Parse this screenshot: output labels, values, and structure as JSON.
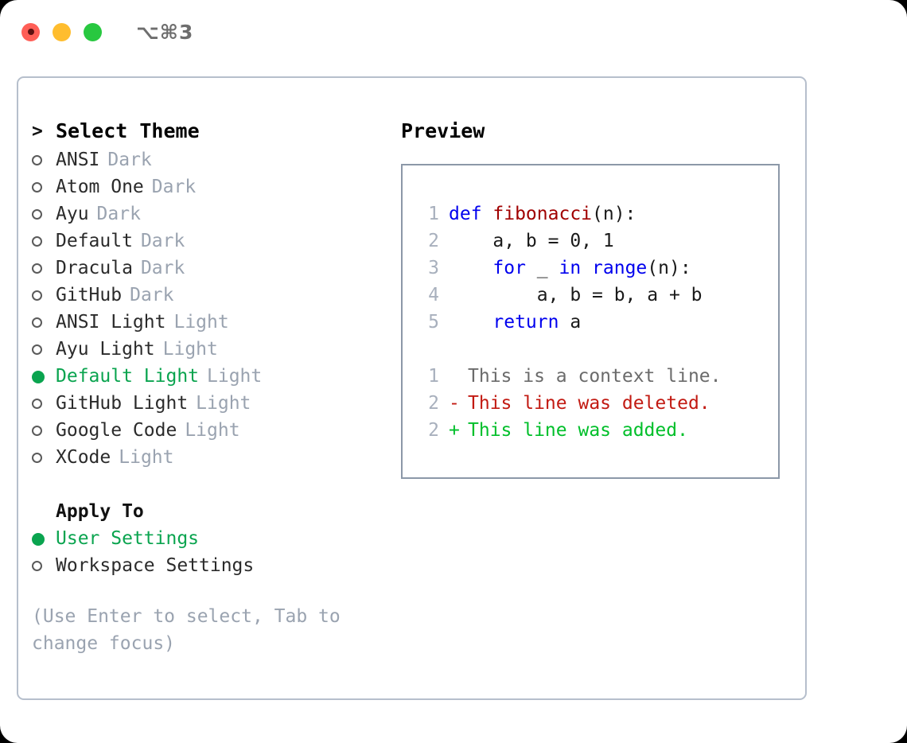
{
  "titlebar": {
    "buttons": [
      {
        "name": "close",
        "color": "#ff5f57"
      },
      {
        "name": "minimize",
        "color": "#ffbd2e"
      },
      {
        "name": "maximize",
        "color": "#28c840"
      }
    ],
    "shortcut": "⌥⌘3"
  },
  "theme_panel": {
    "title": "Select Theme",
    "title_marker": ">",
    "items": [
      {
        "marker": "○",
        "label": "ANSI",
        "tag": "Dark",
        "selected": false
      },
      {
        "marker": "○",
        "label": "Atom One",
        "tag": "Dark",
        "selected": false
      },
      {
        "marker": "○",
        "label": "Ayu",
        "tag": "Dark",
        "selected": false
      },
      {
        "marker": "○",
        "label": "Default",
        "tag": "Dark",
        "selected": false
      },
      {
        "marker": "○",
        "label": "Dracula",
        "tag": "Dark",
        "selected": false
      },
      {
        "marker": "○",
        "label": "GitHub",
        "tag": "Dark",
        "selected": false
      },
      {
        "marker": "○",
        "label": "ANSI Light",
        "tag": "Light",
        "selected": false
      },
      {
        "marker": "○",
        "label": "Ayu Light",
        "tag": "Light",
        "selected": false
      },
      {
        "marker": "●",
        "label": "Default Light",
        "tag": "Light",
        "selected": true
      },
      {
        "marker": "○",
        "label": "GitHub Light",
        "tag": "Light",
        "selected": false
      },
      {
        "marker": "○",
        "label": "Google Code",
        "tag": "Light",
        "selected": false
      },
      {
        "marker": "○",
        "label": "XCode",
        "tag": "Light",
        "selected": false
      }
    ]
  },
  "apply_to": {
    "heading": "Apply To",
    "options": [
      {
        "marker": "●",
        "label": "User Settings",
        "selected": true
      },
      {
        "marker": "○",
        "label": "Workspace Settings",
        "selected": false
      }
    ]
  },
  "hint": "(Use Enter to select, Tab to change focus)",
  "preview": {
    "title": "Preview",
    "code_lines": [
      {
        "number": "1",
        "tokens": [
          {
            "text": "def ",
            "type": "keyword"
          },
          {
            "text": "fibonacci",
            "type": "function"
          },
          {
            "text": "(n):",
            "type": "plain"
          }
        ]
      },
      {
        "number": "2",
        "tokens": [
          {
            "text": "    a, b = 0, 1",
            "type": "plain"
          }
        ]
      },
      {
        "number": "3",
        "tokens": [
          {
            "text": "    ",
            "type": "plain"
          },
          {
            "text": "for",
            "type": "keyword"
          },
          {
            "text": " _ ",
            "type": "plain"
          },
          {
            "text": "in",
            "type": "keyword"
          },
          {
            "text": " ",
            "type": "plain"
          },
          {
            "text": "range",
            "type": "keyword"
          },
          {
            "text": "(n):",
            "type": "plain"
          }
        ]
      },
      {
        "number": "4",
        "tokens": [
          {
            "text": "        a, b = b, a + b",
            "type": "plain"
          }
        ]
      },
      {
        "number": "5",
        "tokens": [
          {
            "text": "    ",
            "type": "plain"
          },
          {
            "text": "return",
            "type": "keyword"
          },
          {
            "text": " a",
            "type": "plain"
          }
        ]
      }
    ],
    "diff_lines": [
      {
        "number": "1",
        "sign": " ",
        "text": "This is a context line.",
        "type": "context"
      },
      {
        "number": "2",
        "sign": "-",
        "text": "This line was deleted.",
        "type": "deleted"
      },
      {
        "number": "2",
        "sign": "+",
        "text": "This line was added.",
        "type": "added"
      }
    ]
  },
  "colors": {
    "accent_green": "#0aa44f",
    "muted_gray": "#9aa3b0",
    "keyword_blue": "#0000ee",
    "function_red": "#a00000",
    "diff_deleted": "#c21a12",
    "diff_added": "#00bf2a",
    "border": "#b6bfcc"
  }
}
